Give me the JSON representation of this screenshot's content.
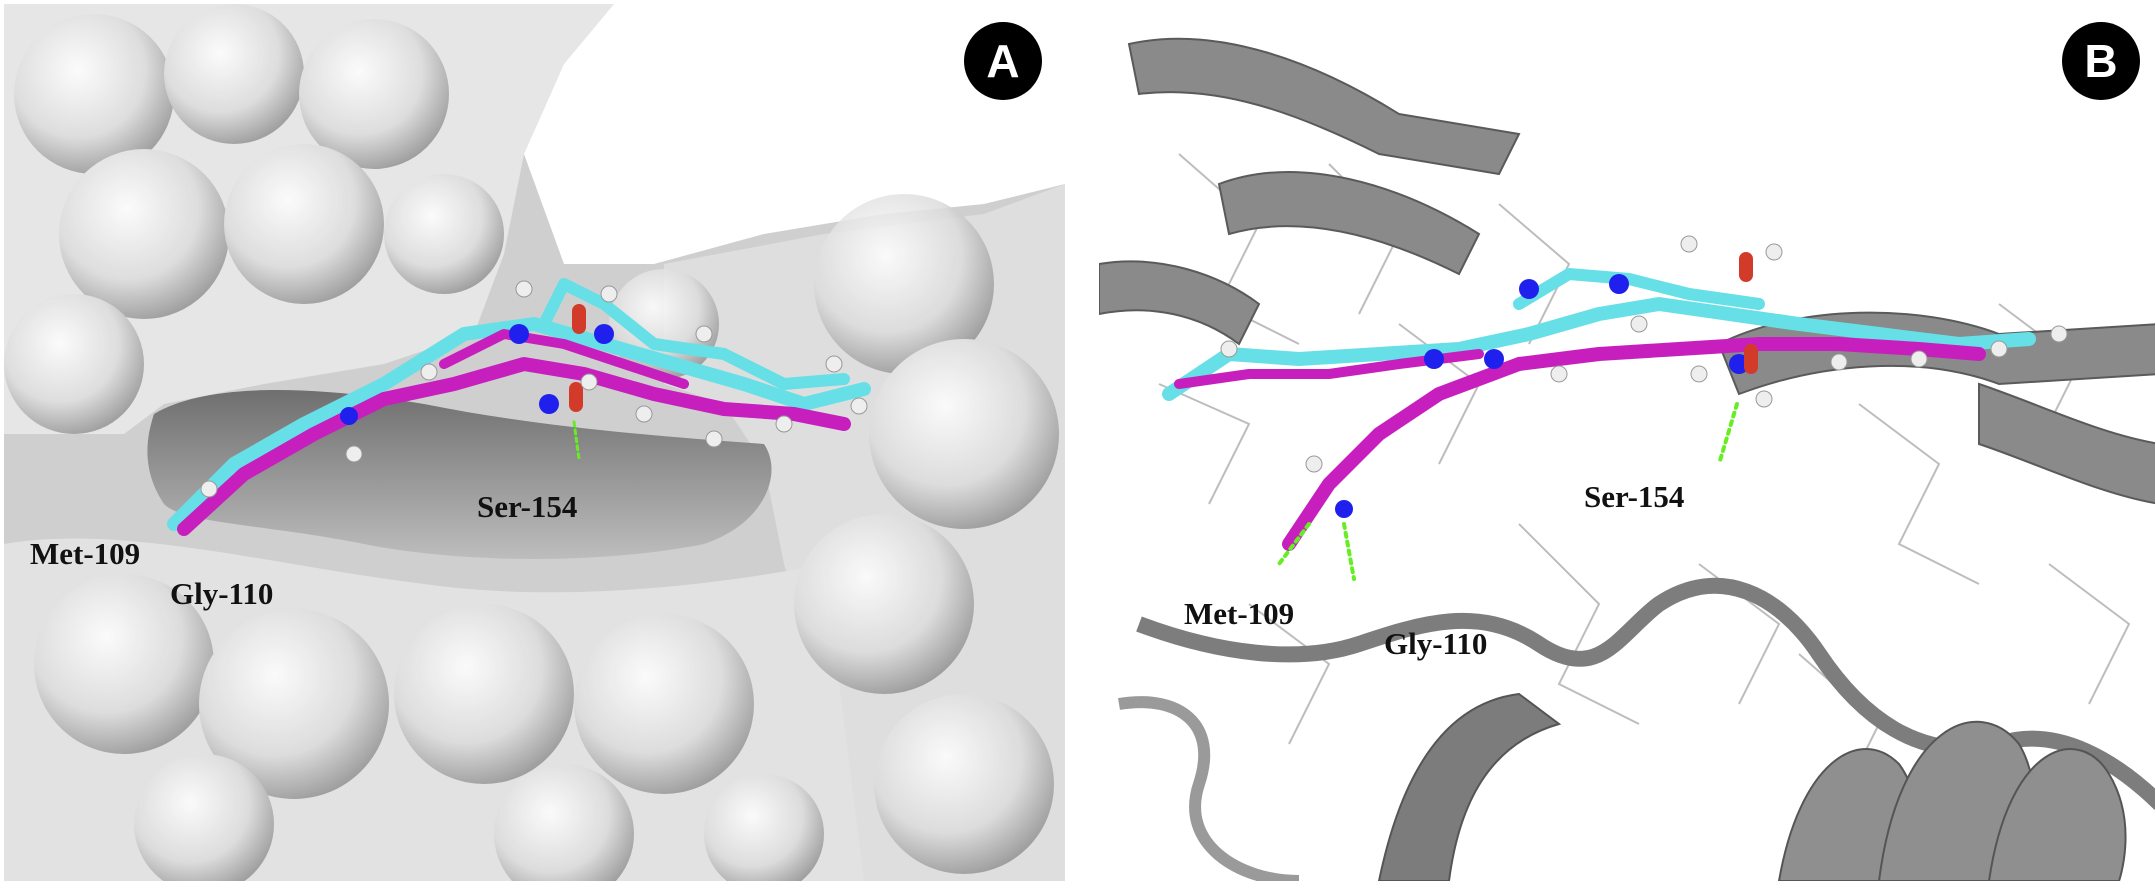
{
  "panels": [
    {
      "badge": "A",
      "view": "molecular surface",
      "residues": [
        "Met-109",
        "Gly-110",
        "Ser-154"
      ]
    },
    {
      "badge": "B",
      "view": "cartoon ribbon with line side chains",
      "residues": [
        "Met-109",
        "Gly-110",
        "Ser-154"
      ]
    }
  ],
  "colors": {
    "ligand_1": "#c71fbd",
    "ligand_2": "#66e0e6",
    "nitrogen": "#2020ee",
    "oxygen": "#d23a2a",
    "hydrogen": "#e8e8e8",
    "hbond": "#66ee22",
    "surface": "#d9d9d9",
    "ribbon": "#8a8a8a"
  }
}
